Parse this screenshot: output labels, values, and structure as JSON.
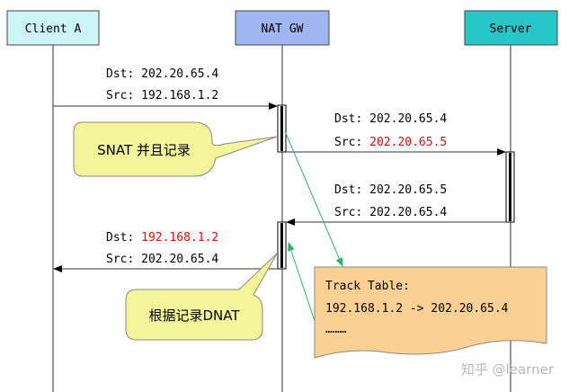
{
  "participants": {
    "client": {
      "label": "Client A",
      "color": "#ccf5f5"
    },
    "gateway": {
      "label": "NAT GW",
      "color": "#9fb6f2"
    },
    "server": {
      "label": "Server",
      "color": "#27c7c7"
    }
  },
  "messages": {
    "m1": {
      "dst": "Dst: 202.20.65.4",
      "src": "Src: 192.168.1.2"
    },
    "m2": {
      "dst": "Dst: 202.20.65.4",
      "src_prefix": "Src: ",
      "src_value": "202.20.65.5"
    },
    "m3": {
      "dst": "Dst: 202.20.65.5",
      "src": "Src: 202.20.65.4"
    },
    "m4": {
      "dst_prefix": "Dst: ",
      "dst_value": "192.168.1.2",
      "src": "Src: 202.20.65.4"
    }
  },
  "callouts": {
    "snat": "SNAT 并且记录",
    "dnat": "根据记录DNAT",
    "color": "#f3f598"
  },
  "track_table": {
    "title": "Track Table:",
    "entry": "192.168.1.2 -> 202.20.65.4",
    "more": "………",
    "color": "#fbd093"
  },
  "watermark": "知乎 @learner",
  "colors": {
    "highlight": "#ff0000",
    "green_arrow": "#2fb36a"
  }
}
